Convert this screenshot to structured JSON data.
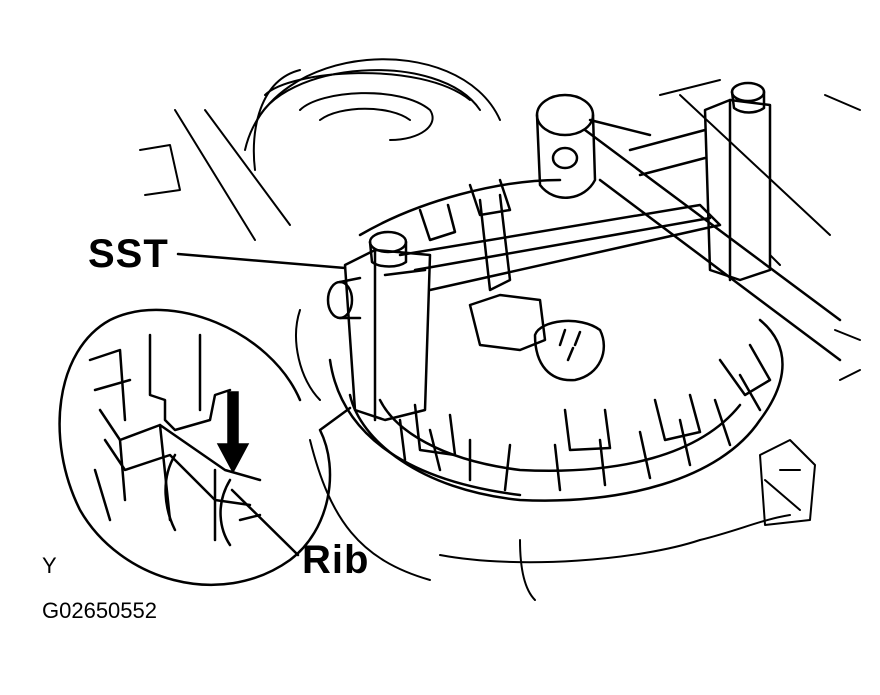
{
  "labels": {
    "sst": "SST",
    "rib": "Rib",
    "view_mark": "Y",
    "figure_code": "G02650552"
  },
  "colors": {
    "line": "#000000",
    "background": "#ffffff"
  },
  "icons": {
    "press_direction": "arrow-down-icon"
  }
}
